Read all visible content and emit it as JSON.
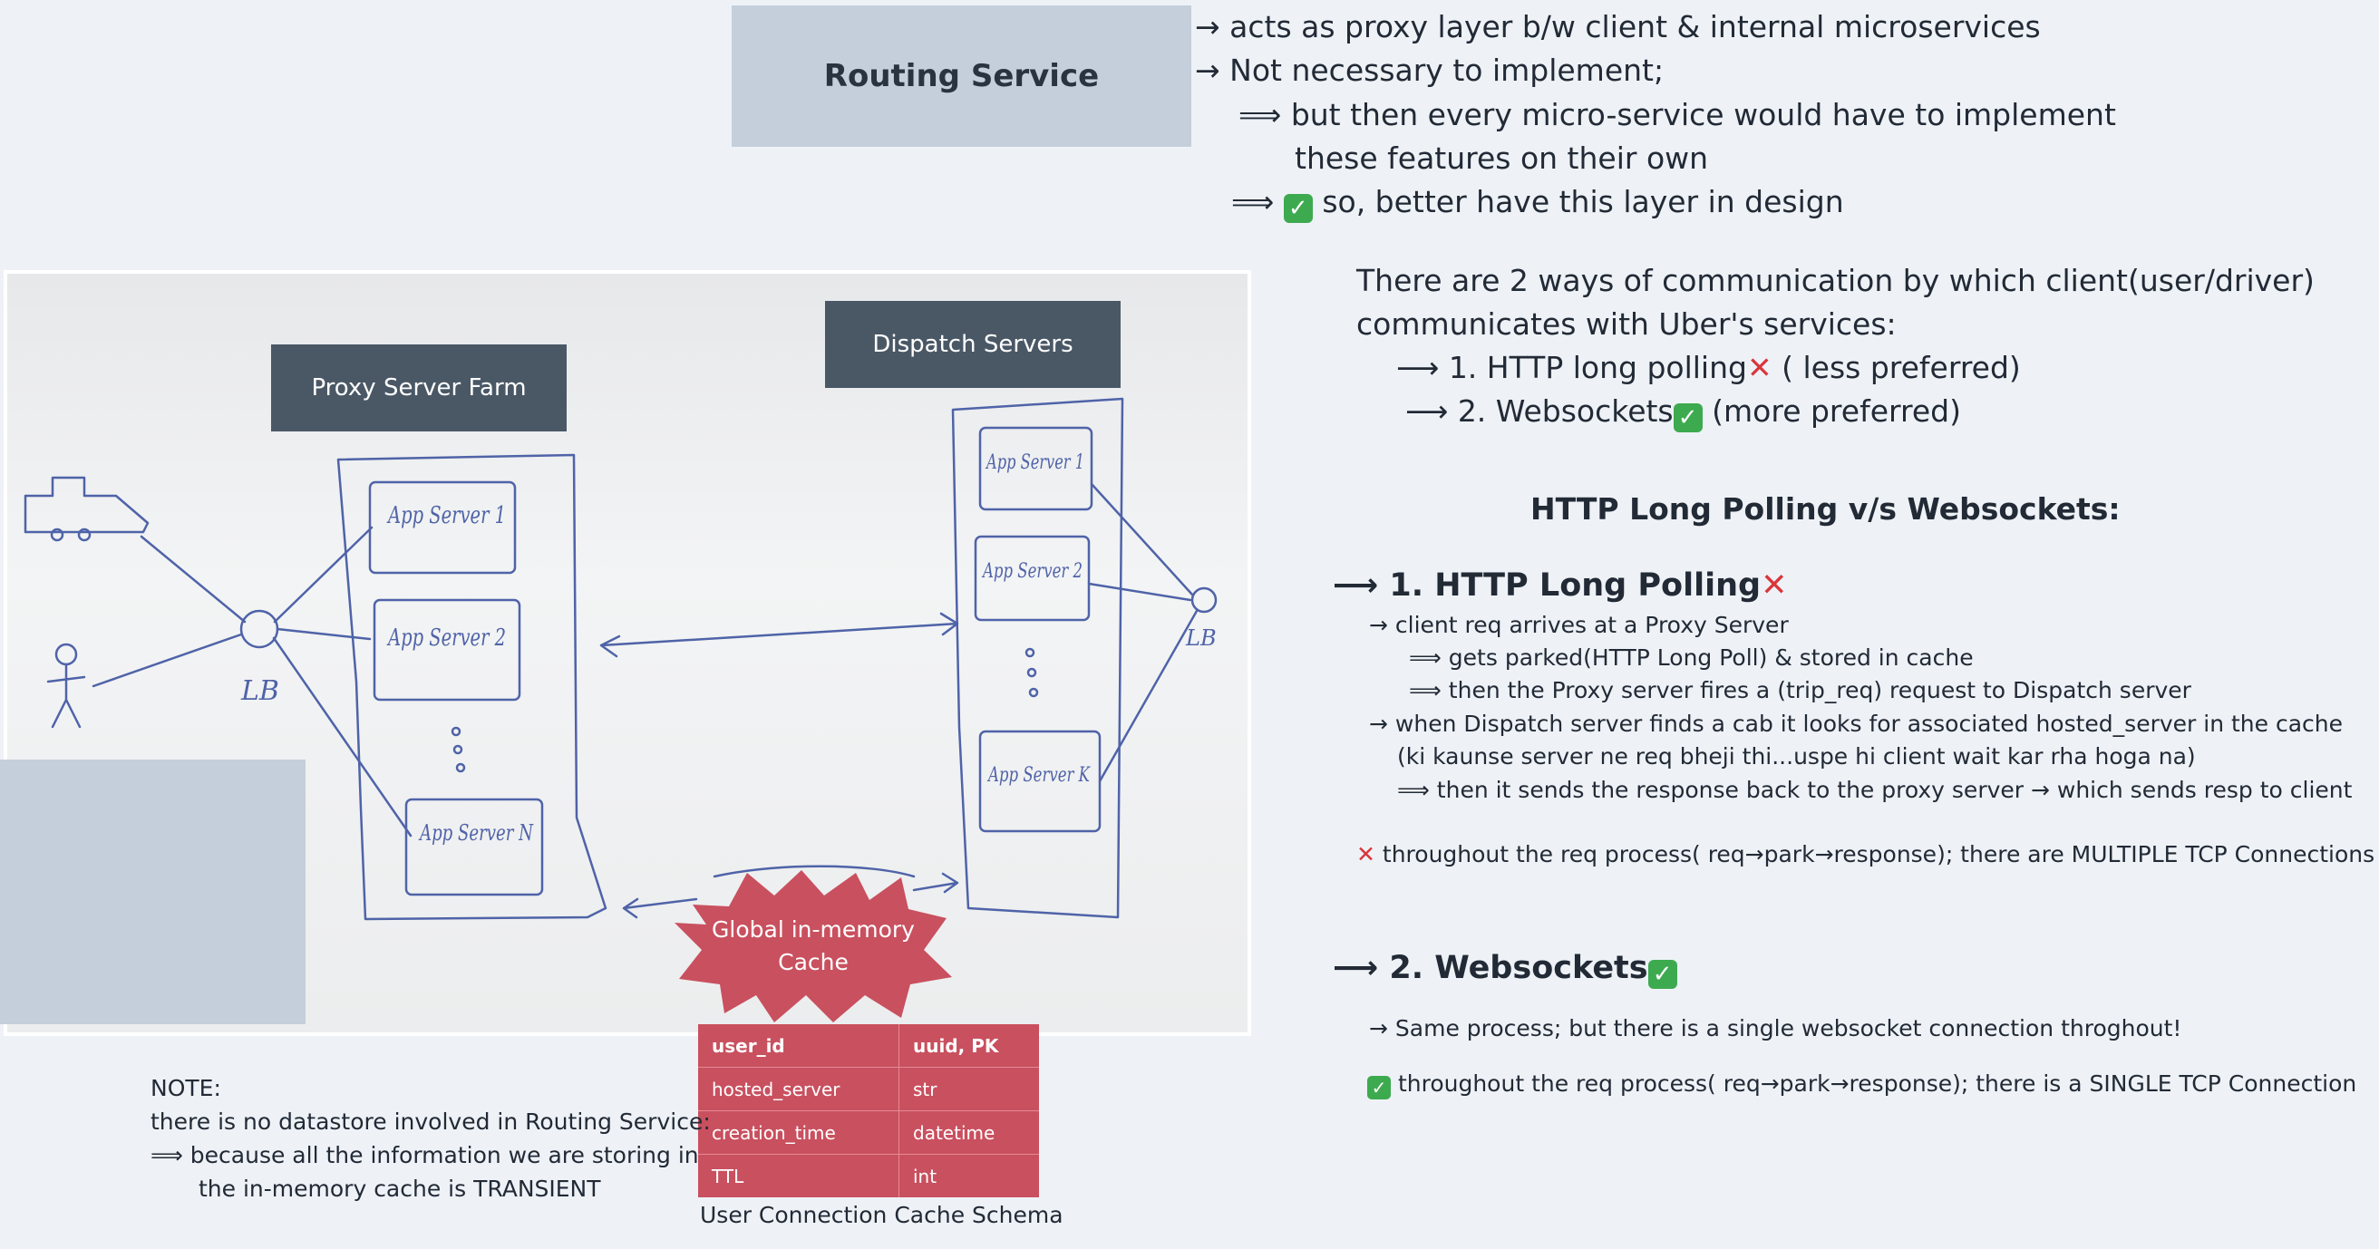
{
  "routing": {
    "title": "Routing Service",
    "line1": "acts as proxy layer b/w client & internal microservices",
    "line2": "Not necessary to implement;",
    "line3": "but then every micro-service would have to implement",
    "line4": "these features on their own",
    "line5": "so, better have this layer in design"
  },
  "comm": {
    "intro1": "There are 2 ways of communication by which client(user/driver)",
    "intro2": "communicates with Uber's services:",
    "way1": "1. HTTP long polling",
    "way1_note": "( less preferred)",
    "way2": "2. Websockets",
    "way2_note": "(more preferred)"
  },
  "compare": {
    "heading": "HTTP Long Polling v/s Websockets:",
    "poll_title": "1. HTTP Long Polling",
    "poll_1": "client req arrives at a Proxy Server",
    "poll_2": "gets parked(HTTP Long Poll) & stored in cache",
    "poll_3": "then the Proxy server fires a (trip_req) request to Dispatch server",
    "poll_4": "when Dispatch server finds a cab it looks for associated hosted_server in the cache",
    "poll_5": "(ki kaunse server ne req bheji thi...uspe hi client wait kar rha hoga na)",
    "poll_6": "then it sends the response back to the proxy server → which sends resp to client",
    "poll_con": "throughout the req process( req→park→response); there are MULTIPLE TCP Connections",
    "ws_title": "2. Websockets",
    "ws_1": "Same process; but there is a single websocket connection throghout!",
    "ws_pro": "throughout the req process( req→park→response); there is a SINGLE TCP Connection"
  },
  "diagram": {
    "proxy_label": "Proxy Server Farm",
    "dispatch_label": "Dispatch Servers",
    "cache_label": "Global in-memory Cache",
    "lb_left": "LB",
    "lb_right": "LB",
    "app1": "App Server 1",
    "app2": "App Server 2",
    "appN": "App Server N",
    "d_app1": "App Server 1",
    "d_app2": "App Server 2",
    "d_appK": "App Server K"
  },
  "schema": {
    "caption": "User Connection Cache Schema",
    "rows": [
      [
        "user_id",
        "uuid, PK"
      ],
      [
        "hosted_server",
        "str"
      ],
      [
        "creation_time",
        "datetime"
      ],
      [
        "TTL",
        "int"
      ]
    ]
  },
  "note": {
    "l1": "NOTE:",
    "l2": "there is no datastore involved in Routing Service:",
    "l3": "because all the information we are storing in",
    "l4": "the in-memory cache is TRANSIENT"
  },
  "colors": {
    "accent": "#c9505f",
    "check": "#3daa4f",
    "cross": "#d8363c",
    "box": "#c5cfdb",
    "dark_label": "#4a5866"
  }
}
